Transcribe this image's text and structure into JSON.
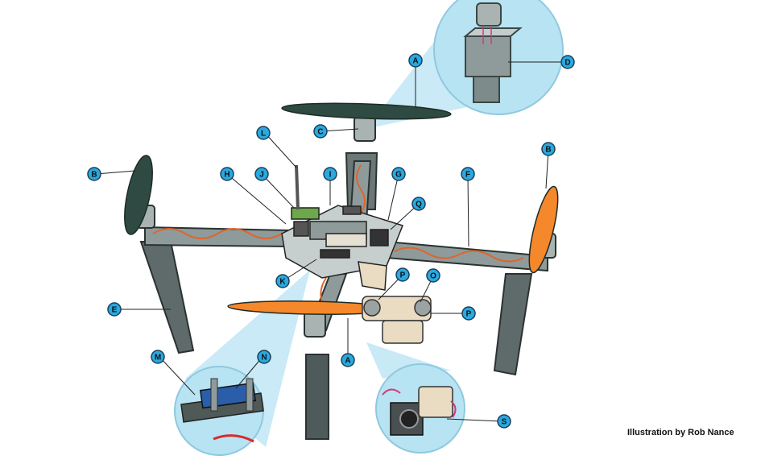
{
  "credit": "Illustration by Rob Nance",
  "callouts": [
    "A",
    "B",
    "C",
    "D",
    "E",
    "F",
    "G",
    "H",
    "I",
    "J",
    "K",
    "L",
    "M",
    "N",
    "O",
    "P",
    "Q",
    "S"
  ],
  "colors": {
    "callout_fill": "#29a9df",
    "callout_stroke": "#1b3f5a",
    "frame": "#7d8b8a",
    "frame_dark": "#3b4745",
    "prop_dark": "#2f4a42",
    "prop_orange": "#f4882a",
    "wire": "#e0642a",
    "beam": "#bfe6f5",
    "zoom_bg": "#b8e3f3"
  }
}
